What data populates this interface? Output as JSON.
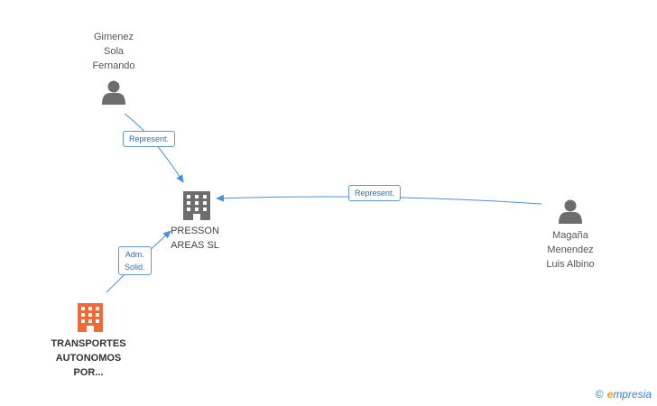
{
  "nodes": {
    "person_gimenez": {
      "label": "Gimenez\nSola\nFernando",
      "icon": "person-icon",
      "color": "#6d6d6d"
    },
    "person_magana": {
      "label": "Magaña\nMenendez\nLuis Albino",
      "icon": "person-icon",
      "color": "#6d6d6d"
    },
    "company_presson": {
      "label": "PRESSON\nAREAS SL",
      "icon": "building-icon",
      "color": "#6d6d6d"
    },
    "company_transportes": {
      "label": "TRANSPORTES\nAUTONOMOS\nPOR...",
      "icon": "building-icon",
      "color": "#f06a35"
    }
  },
  "edges": [
    {
      "from": "person_gimenez",
      "to": "company_presson",
      "label": "Represent."
    },
    {
      "from": "person_magana",
      "to": "company_presson",
      "label": "Represent."
    },
    {
      "from": "company_transportes",
      "to": "company_presson",
      "label": "Adm.\nSolid."
    }
  ],
  "edge_color": "#4a90d9",
  "watermark": {
    "copyright": "©",
    "brand_initial": "e",
    "brand_rest": "mpresia"
  }
}
